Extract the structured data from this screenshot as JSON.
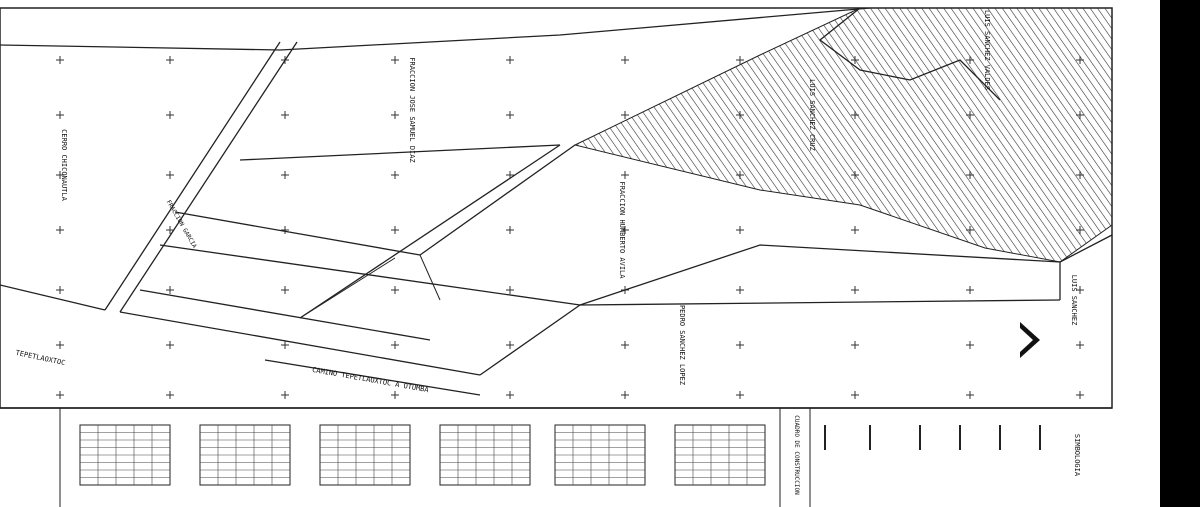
{
  "labels": {
    "road_left": "TEPETLAOXTOC",
    "road_bottom": "CAMINO TEPETLAOXTOC A OTUMBA",
    "frac_top": "FRACCION JOSE SAMUEL DIAZ",
    "frac_mid": "FRACCION HUMBERTO AVILA",
    "frac_side": "FRACCION GARCIA",
    "street_left": "CERRO CHICONAUTLA",
    "predio_right": "LUIS SANCHEZ VALDES",
    "predio_top": "LUIS SANCHEZ CRUZ",
    "predio_hatched": "LUIS SANCHEZ",
    "predio_bottom": "PEDRO SANCHEZ LOPEZ",
    "esquina": "LUIS SANCHEZ"
  },
  "legend": {
    "simbologia": "SIMBOLOGIA",
    "cuadro": "CUADRO DE CONSTRUCCION"
  },
  "chevron_fill": "#111111",
  "hatch_color": "#222222"
}
